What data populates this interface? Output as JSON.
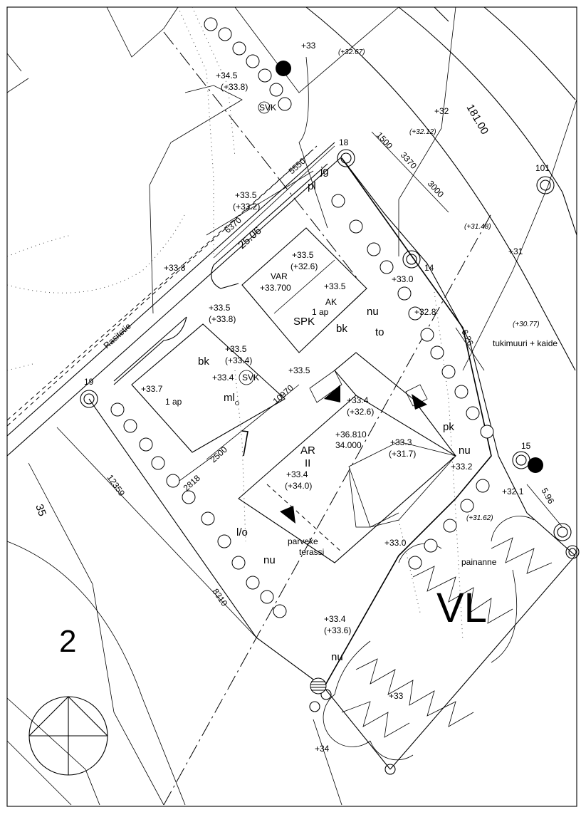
{
  "labels": {
    "rasitetie": "Rasitetie",
    "n_25_06": "25.06",
    "n_6370": "6370",
    "n_5550": "5550",
    "n_1500": "1500",
    "n_3370": "3370",
    "n_3000": "3000",
    "n_181_00": "181.00",
    "n_10970": "10970",
    "n_2500": "2500",
    "n_2818": "2818",
    "n_12359": "12359",
    "n_8310": "8310",
    "n_6_26": "6.26",
    "n_5_96": "5.96",
    "n_35": "35",
    "p18": "18",
    "p14": "14",
    "p15": "15",
    "p19": "19",
    "p101": "101",
    "e_33_top": "+33",
    "e_32_67": "(+32.67)",
    "e_34_5": "+34.5",
    "e_33_8a": "(+33.8)",
    "svk1": "SVK",
    "svk2": "SVK",
    "e_32": "+32",
    "e_32_12": "(+32.12)",
    "e_31_48": "(+31.48)",
    "e_31": "+31",
    "e_30_77": "(+30.77)",
    "jg": "jg",
    "pl": "pl",
    "e_33_5a": "+33.5",
    "e_33_2": "(+33.2)",
    "e_33_8": "+33.8",
    "var": "VAR",
    "e_33_700": "+33.700",
    "e_33_5b": "+33.5",
    "e_32_6a": "(+32.6)",
    "e_33_5c": "+33.5",
    "ak": "AK",
    "ap1": "1 ap",
    "spk": "SPK",
    "e_33_5d": "+33.5",
    "e_33_8b": "(+33.8)",
    "nu1": "nu",
    "e_33_0a": "+33.0",
    "e_32_8": "+32.8",
    "bk1": "bk",
    "to": "to",
    "e_33_5e": "+33.5",
    "e_33_4a": "(+33.4)",
    "bk2": "bk",
    "e_33_4b": "+33.4",
    "e_33_5f": "+33.5",
    "e_33_7": "+33.7",
    "ap2": "1 ap",
    "ml": "ml",
    "e_33_4c": "+33.4",
    "e_32_6b": "(+32.6)",
    "tukimuuri": "tukimuuri + kaide",
    "pk": "pk",
    "e_36_810": "+36.810",
    "e_34_000": "34.000",
    "ar": "AR",
    "ii": "II",
    "e_33_3": "+33.3",
    "e_31_7": "(+31.7)",
    "nu2": "nu",
    "e_33_2b": "+33.2",
    "e_33_4d": "+33.4",
    "e_34_0": "(+34.0)",
    "e_32_1": "+32.1",
    "e_31_62": "(+31.62)",
    "lo": "l/o",
    "parveke": "parveke",
    "terassi": "terassi",
    "nu3": "nu",
    "e_33_0b": "+33.0",
    "painanne": "painanne",
    "vl": "VL",
    "e_33_4e": "+33.4",
    "e_33_6": "(+33.6)",
    "nu4": "nu",
    "e_33_c": "+33",
    "e_34": "+34",
    "block2": "2"
  }
}
